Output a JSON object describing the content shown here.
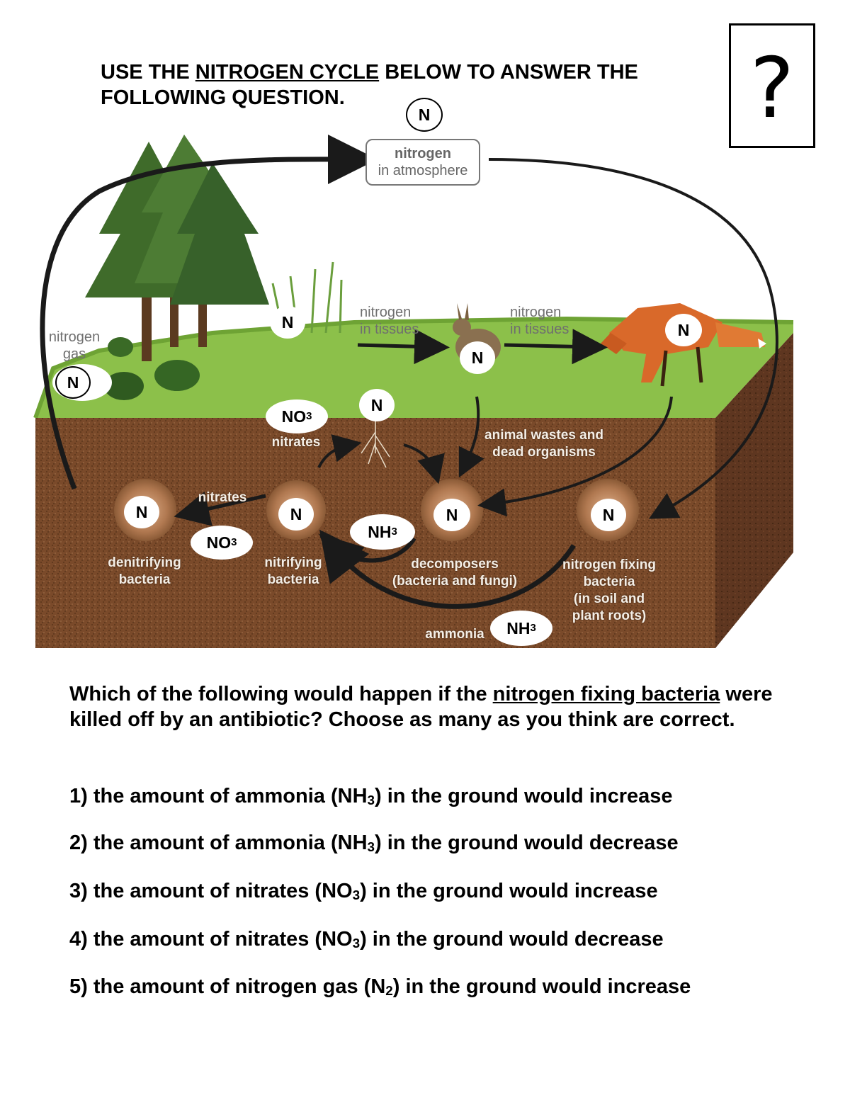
{
  "header": {
    "pre": "USE THE ",
    "underlined": "NITROGEN CYCLE",
    "post": " BELOW TO ANSWER THE FOLLOWING QUESTION."
  },
  "question_mark": "?",
  "diagram": {
    "atmosphere_title": "nitrogen",
    "atmosphere_sub": "in atmosphere",
    "nitrogen_gas": "nitrogen\ngas",
    "tissues_1": "nitrogen\nin tissues",
    "tissues_2": "nitrogen\nin tissues",
    "animal_wastes": "animal wastes and\ndead organisms",
    "nitrates_upper": "nitrates",
    "nitrates_lower": "nitrates",
    "denitrifying": "denitrifying\nbacteria",
    "nitrifying": "nitrifying\nbacteria",
    "decomposers": "decomposers\n(bacteria and fungi)",
    "fixing": "nitrogen fixing\nbacteria\n(in soil and\nplant roots)",
    "ammonia": "ammonia",
    "n_symbol": "N",
    "no3_base": "NO",
    "no3_sub": "3",
    "nh3_base": "NH",
    "nh3_sub": "3"
  },
  "question": {
    "pre": "Which of the following would happen if the ",
    "underlined": "nitrogen fixing bacteria",
    "post": " were killed off by an antibiotic? Choose as many as you think are correct."
  },
  "options": [
    {
      "pre": "1) the amount of ammonia (NH",
      "sub": "3",
      "post": ") in the ground would increase"
    },
    {
      "pre": "2) the amount of ammonia (NH",
      "sub": "3",
      "post": ") in the ground would decrease"
    },
    {
      "pre": "3) the amount of nitrates (NO",
      "sub": "3",
      "post": ") in the ground would increase"
    },
    {
      "pre": "4) the amount of nitrates (NO",
      "sub": "3",
      "post": ") in the ground would decrease"
    },
    {
      "pre": "5) the amount of nitrogen gas (N",
      "sub": "2",
      "post": ") in the ground would increase"
    }
  ],
  "colors": {
    "grass": "#8cc04a",
    "soil": "#7a4a2a",
    "soil_side": "#5e3620",
    "arrow": "#1a1a1a"
  }
}
